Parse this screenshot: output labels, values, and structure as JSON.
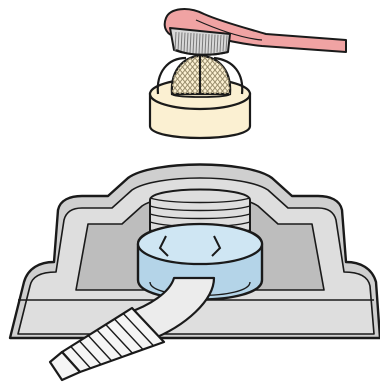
{
  "figure": {
    "components": [
      {
        "id": "brush",
        "icon": "cleaning-brush-icon"
      },
      {
        "id": "filter",
        "icon": "mesh-filter-screen-icon"
      },
      {
        "id": "inlet",
        "icon": "water-inlet-valve-icon"
      },
      {
        "id": "hose",
        "icon": "water-hose-icon"
      }
    ],
    "colors": {
      "outline": "#1a1a1a",
      "brush_handle": "#f0a3a3",
      "brush_bristles": "#d8d8d8",
      "filter_body": "#fbf0d2",
      "filter_mesh": "#9a8e6e",
      "housing_outer": "#cfcfcf",
      "housing_top": "#dedede",
      "housing_inner": "#bdbdbd",
      "connector_ring": "#cfe6f3",
      "connector_ring_dark": "#b4d4e8",
      "hose": "#ececec",
      "hose_fitting": "#f5f5f5"
    }
  }
}
